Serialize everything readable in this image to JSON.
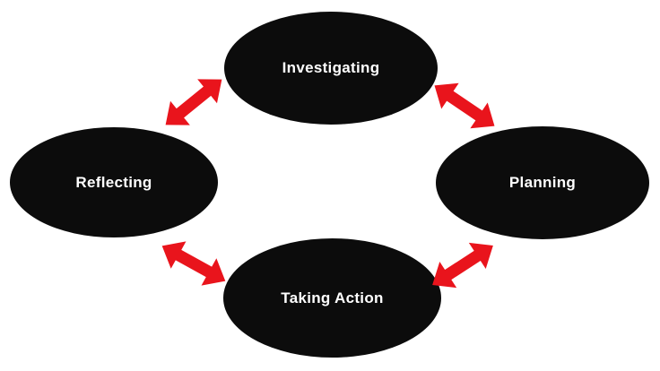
{
  "diagram": {
    "type": "cycle-diagram",
    "background_color": "#ffffff",
    "node_fill_color": "#0c0c0c",
    "node_text_color": "#ffffff",
    "arrow_color": "#e9141c",
    "nodes": [
      {
        "id": "investigating",
        "label": "Investigating",
        "position": "top"
      },
      {
        "id": "reflecting",
        "label": "Reflecting",
        "position": "left"
      },
      {
        "id": "planning",
        "label": "Planning",
        "position": "right"
      },
      {
        "id": "taking-action",
        "label": "Taking Action",
        "position": "bottom"
      }
    ],
    "connections": [
      {
        "between": [
          "Reflecting",
          "Investigating"
        ],
        "style": "double-headed-arrow"
      },
      {
        "between": [
          "Investigating",
          "Planning"
        ],
        "style": "double-headed-arrow"
      },
      {
        "between": [
          "Taking Action",
          "Reflecting"
        ],
        "style": "double-headed-arrow"
      },
      {
        "between": [
          "Planning",
          "Taking Action"
        ],
        "style": "double-headed-arrow"
      }
    ]
  }
}
